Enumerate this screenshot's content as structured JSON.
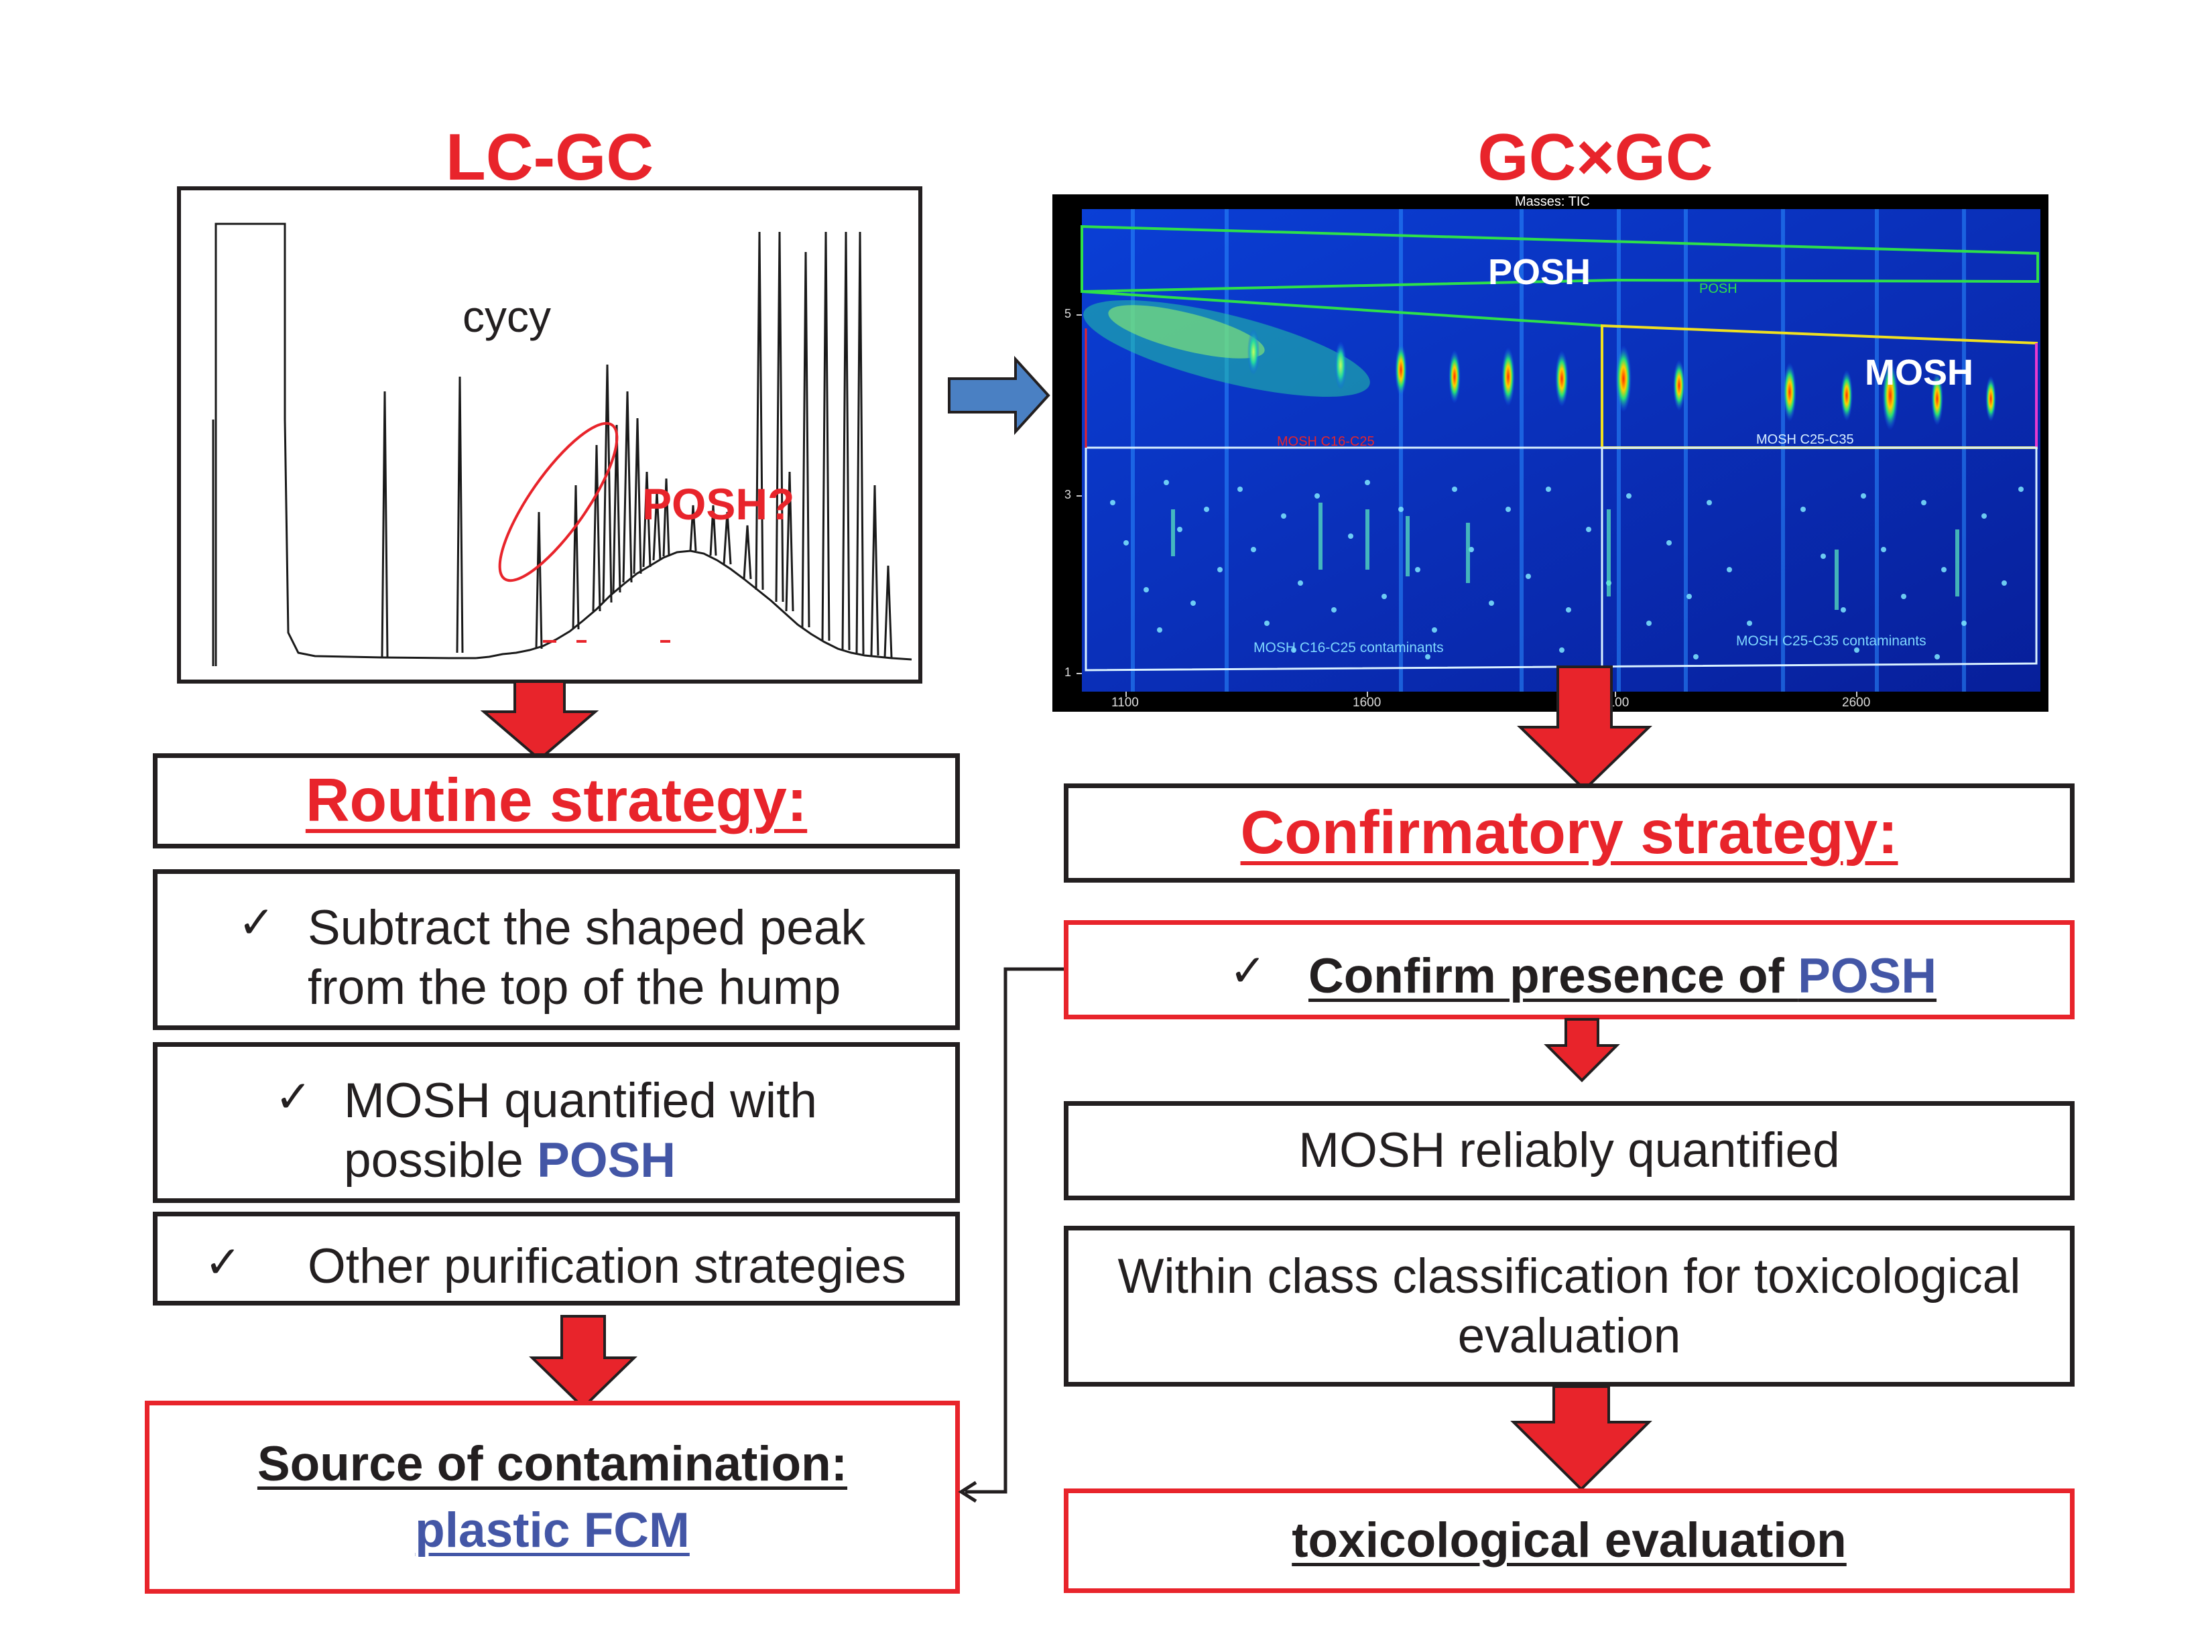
{
  "left": {
    "title": "LC-GC",
    "chromatogram": {
      "peak_label": "cycy",
      "circle_label": "POSH?"
    },
    "heading": "Routine strategy:",
    "items": [
      {
        "check": "✓",
        "line1": "Subtract the shaped peak",
        "line2": "from the top of the hump"
      },
      {
        "check": "✓",
        "line1": "MOSH quantified with",
        "line2_prefix": "possible ",
        "line2_highlight": "POSH"
      },
      {
        "check": "✓",
        "line1": "Other purification strategies"
      }
    ],
    "result": {
      "title": "Source of contamination:",
      "subtitle": "plastic FCM"
    }
  },
  "right": {
    "title": "GC×GC",
    "gcxgc": {
      "masses_label": "Masses: TIC",
      "posh_label": "POSH",
      "posh_small_label": "POSH",
      "mosh_label": "MOSH",
      "mosh_c25_label": "MOSH C25-C35",
      "mosh_c16_label": "MOSH C16-C25",
      "contam_left_label": "MOSH C16-C25 contaminants",
      "contam_right_label": "MOSH C25-C35 contaminants",
      "x_ticks": [
        "1100",
        "1600",
        "2100",
        "2600"
      ],
      "y_ticks": [
        "5",
        "3",
        "1"
      ]
    },
    "heading": "Confirmatory strategy:",
    "confirm": {
      "check": "✓",
      "prefix": "Confirm presence of ",
      "highlight": "POSH"
    },
    "mosh_reliable": "MOSH reliably quantified",
    "classification": {
      "line1": "Within class classification for toxicological",
      "line2": "evaluation"
    },
    "result": "toxicological evaluation"
  },
  "colors": {
    "accent_red": "#e8242b",
    "posh_blue": "#4356a6",
    "arrow_blue": "#4a80c3",
    "border": "#231f20"
  }
}
